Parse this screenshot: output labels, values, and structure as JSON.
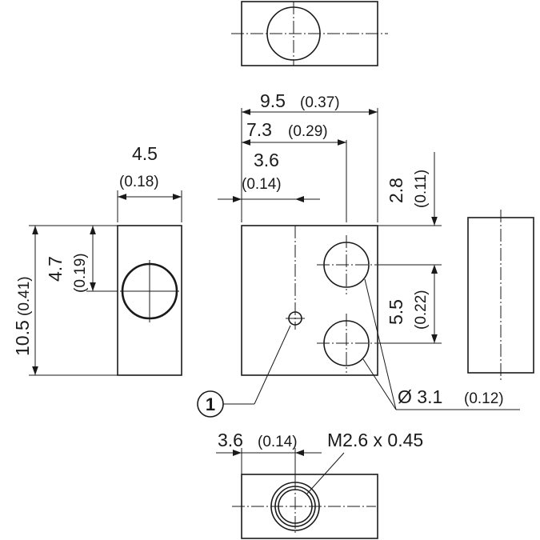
{
  "dimensions": {
    "width_total": {
      "mm": "9.5",
      "in": "(0.37)"
    },
    "hole_spacing_x": {
      "mm": "7.3",
      "in": "(0.29)"
    },
    "thread_offset_x": {
      "mm": "3.6",
      "in": "(0.14)"
    },
    "side_width": {
      "mm": "4.5",
      "in": "(0.18)"
    },
    "height_total": {
      "mm": "10.5",
      "in": "(0.41)"
    },
    "side_hole_offset": {
      "mm": "4.7",
      "in": "(0.19)"
    },
    "hole_offset_top": {
      "mm": "2.8",
      "in": "(0.11)"
    },
    "hole_spacing_y": {
      "mm": "5.5",
      "in": "(0.22)"
    },
    "hole_diameter": {
      "mm": "Ø 3.1",
      "in": "(0.12)"
    },
    "bottom_thread_offset": {
      "mm": "3.6",
      "in": "(0.14)"
    },
    "thread_spec": "M2.6 x 0.45"
  },
  "callouts": {
    "item_1": "1"
  }
}
